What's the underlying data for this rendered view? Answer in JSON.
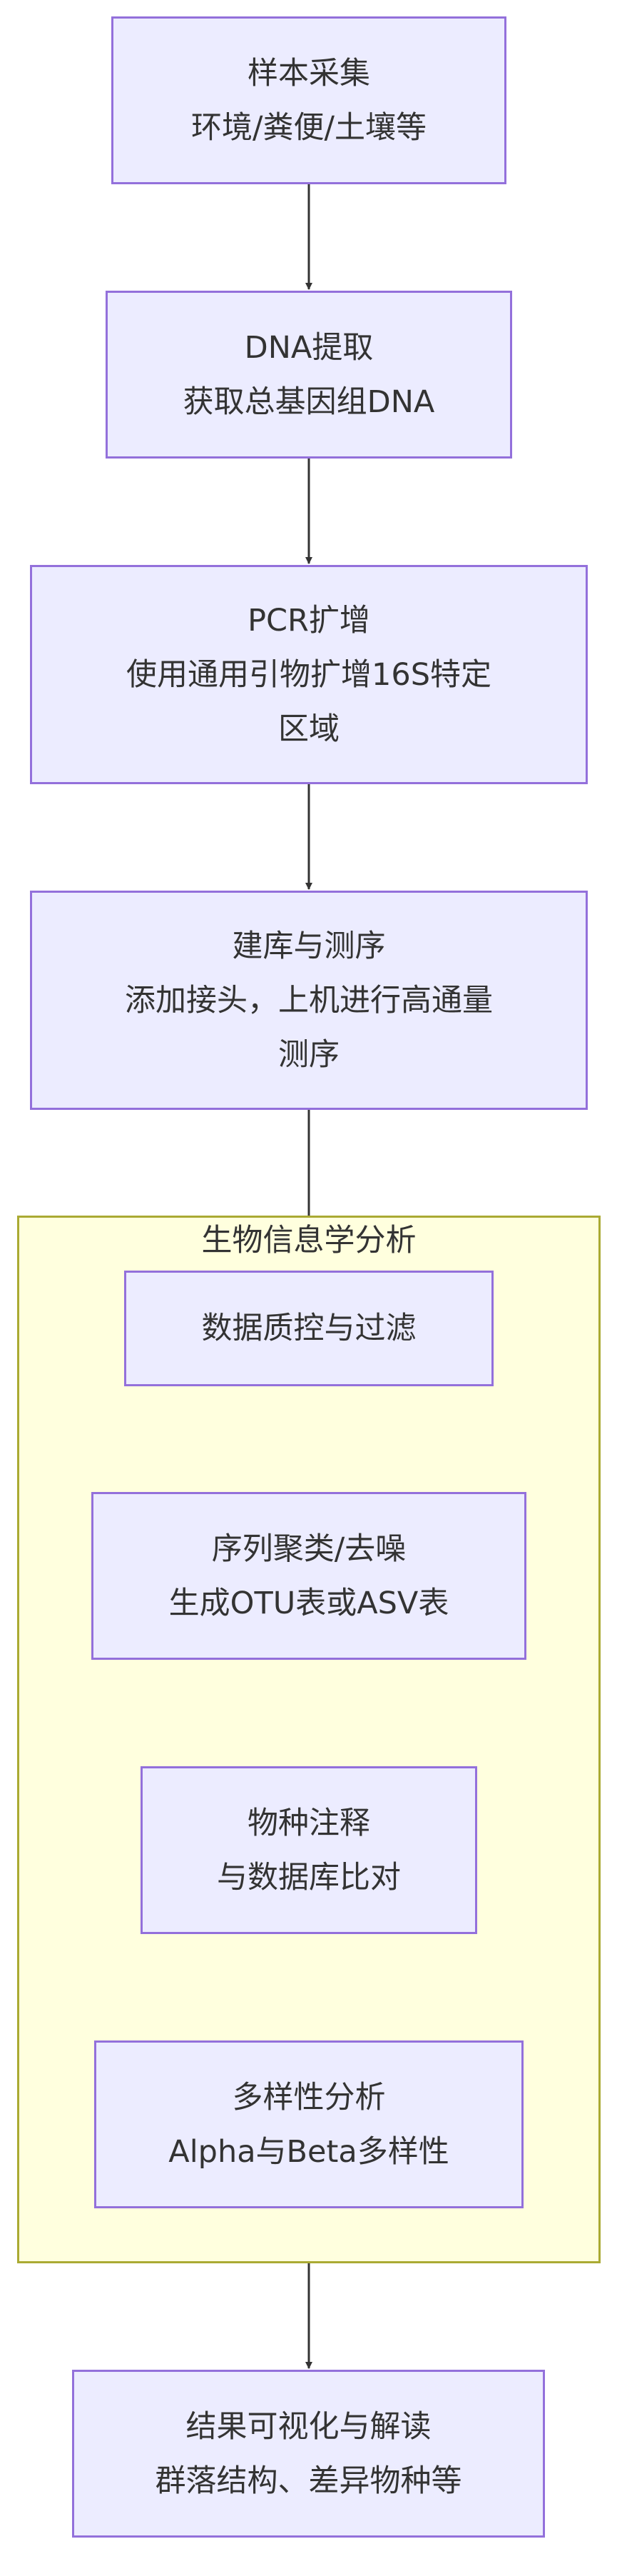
{
  "colors": {
    "node_fill": "#ececff",
    "node_border": "#9370db",
    "cluster_fill": "#ffffde",
    "cluster_border": "#aaaa33",
    "edge": "#333333"
  },
  "cluster": {
    "title": "生物信息学分析"
  },
  "nodes": {
    "sampling": {
      "lines": [
        "样本采集",
        "环境/粪便/土壤等"
      ]
    },
    "extraction": {
      "lines": [
        "DNA提取",
        "获取总基因组DNA"
      ]
    },
    "pcr": {
      "lines": [
        "PCR扩增",
        "使用通用引物扩增16S特定",
        "区域"
      ]
    },
    "library": {
      "lines": [
        "建库与测序",
        "添加接头，上机进行高通量",
        "测序"
      ]
    },
    "qc": {
      "lines": [
        "数据质控与过滤"
      ]
    },
    "clustering": {
      "lines": [
        "序列聚类/去噪",
        "生成OTU表或ASV表"
      ]
    },
    "annotation": {
      "lines": [
        "物种注释",
        "与数据库比对"
      ]
    },
    "diversity": {
      "lines": [
        "多样性分析",
        "Alpha与Beta多样性"
      ]
    },
    "visualization": {
      "lines": [
        "结果可视化与解读",
        "群落结构、差异物种等"
      ]
    }
  }
}
